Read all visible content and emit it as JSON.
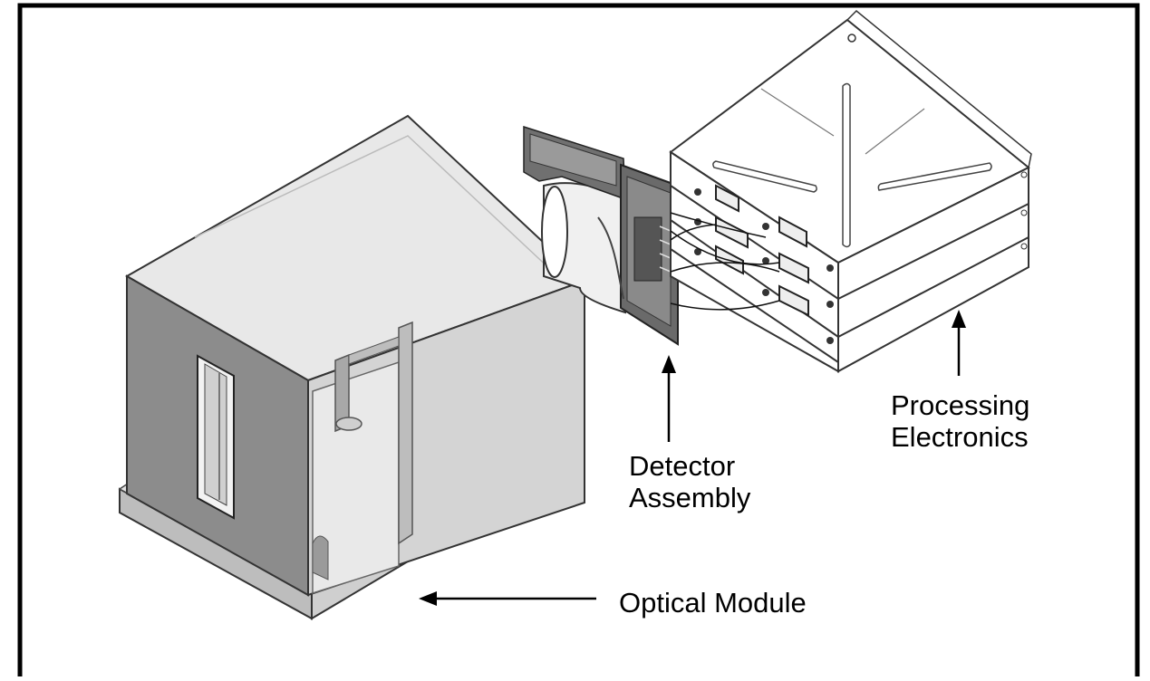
{
  "labels": {
    "processing": {
      "line1": "Processing",
      "line2": "Electronics"
    },
    "detector": {
      "line1": "Detector",
      "line2": "Assembly"
    },
    "optical": "Optical Module"
  },
  "colors": {
    "frame": "#000000",
    "housing_light": "#d6d6d6",
    "housing_top": "#e6e6e6",
    "housing_dark": "#8a8a8a",
    "electronics": "#ffffff",
    "detector_plate": "#707070"
  }
}
